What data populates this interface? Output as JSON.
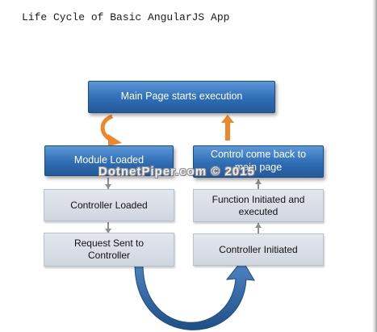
{
  "title": "Life Cycle of Basic AngularJS App",
  "nodes": {
    "main_page": "Main Page starts execution",
    "module_loaded": "Module Loaded",
    "control_back": "Control come back to main page",
    "controller_loaded": "Controller Loaded",
    "function_executed": "Function Initiated and executed",
    "request_sent": "Request Sent to Controller",
    "controller_initiated": "Controller Initiated"
  },
  "watermark": "DotnetPiper.com © 2015",
  "colors": {
    "blue_box": "#2f6db5",
    "gray_box": "#d6dbe4",
    "orange_arrow": "#f0862a",
    "big_arrow": "#2d63a0"
  }
}
